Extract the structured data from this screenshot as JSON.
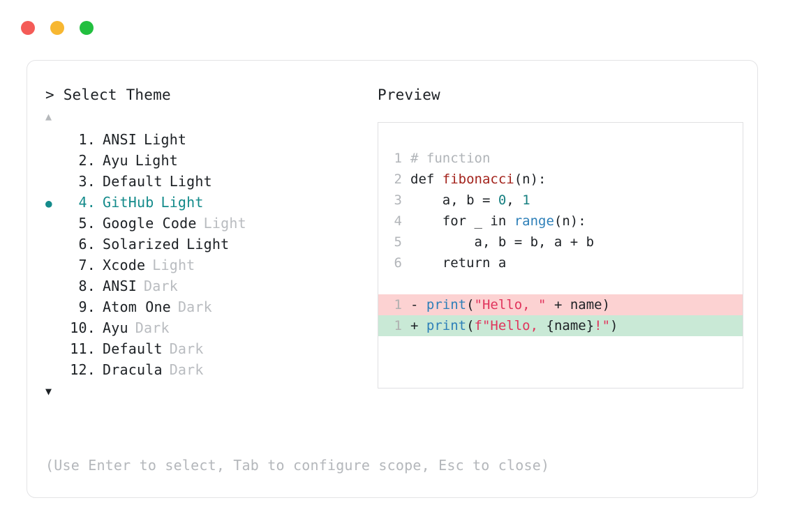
{
  "window": {
    "dots": [
      {
        "name": "close-dot",
        "color": "#f45b57"
      },
      {
        "name": "minimize-dot",
        "color": "#f7b731"
      },
      {
        "name": "maximize-dot",
        "color": "#22bf3f"
      }
    ]
  },
  "left": {
    "prompt": ">",
    "title": "Select Theme",
    "scroll_up": "▲",
    "scroll_down": "▼",
    "selected_index": 4,
    "bullet": "●",
    "items": [
      {
        "num": "1.",
        "name": "ANSI",
        "suffix": "Light",
        "suffix_dim": false,
        "selected": false
      },
      {
        "num": "2.",
        "name": "Ayu",
        "suffix": "Light",
        "suffix_dim": false,
        "selected": false
      },
      {
        "num": "3.",
        "name": "Default",
        "suffix": "Light",
        "suffix_dim": false,
        "selected": false
      },
      {
        "num": "4.",
        "name": "GitHub",
        "suffix": "Light",
        "suffix_dim": false,
        "selected": true
      },
      {
        "num": "5.",
        "name": "Google Code",
        "suffix": "Light",
        "suffix_dim": true,
        "selected": false
      },
      {
        "num": "6.",
        "name": "Solarized",
        "suffix": "Light",
        "suffix_dim": false,
        "selected": false
      },
      {
        "num": "7.",
        "name": "Xcode",
        "suffix": "Light",
        "suffix_dim": true,
        "selected": false
      },
      {
        "num": "8.",
        "name": "ANSI",
        "suffix": "Dark",
        "suffix_dim": true,
        "selected": false
      },
      {
        "num": "9.",
        "name": "Atom One",
        "suffix": "Dark",
        "suffix_dim": true,
        "selected": false
      },
      {
        "num": "10.",
        "name": "Ayu",
        "suffix": "Dark",
        "suffix_dim": true,
        "selected": false
      },
      {
        "num": "11.",
        "name": "Default",
        "suffix": "Dark",
        "suffix_dim": true,
        "selected": false
      },
      {
        "num": "12.",
        "name": "Dracula",
        "suffix": "Dark",
        "suffix_dim": true,
        "selected": false
      }
    ],
    "hint": "(Use Enter to select, Tab to configure scope, Esc to close)"
  },
  "right": {
    "title": "Preview",
    "code_lines": [
      {
        "ln": "1",
        "tokens": [
          {
            "t": "# function",
            "c": "tok-comment"
          }
        ]
      },
      {
        "ln": "2",
        "tokens": [
          {
            "t": "def ",
            "c": "tok-kw"
          },
          {
            "t": "fibonacci",
            "c": "tok-fn"
          },
          {
            "t": "(n):",
            "c": "tok-plain"
          }
        ]
      },
      {
        "ln": "3",
        "tokens": [
          {
            "t": "    a, b = ",
            "c": "tok-plain"
          },
          {
            "t": "0",
            "c": "tok-num"
          },
          {
            "t": ", ",
            "c": "tok-plain"
          },
          {
            "t": "1",
            "c": "tok-num"
          }
        ]
      },
      {
        "ln": "4",
        "tokens": [
          {
            "t": "    for _ in ",
            "c": "tok-plain"
          },
          {
            "t": "range",
            "c": "tok-builtin"
          },
          {
            "t": "(n):",
            "c": "tok-plain"
          }
        ]
      },
      {
        "ln": "5",
        "tokens": [
          {
            "t": "        a, b = b, a + b",
            "c": "tok-plain"
          }
        ]
      },
      {
        "ln": "6",
        "tokens": [
          {
            "t": "    return a",
            "c": "tok-plain"
          }
        ]
      }
    ],
    "diff_lines": [
      {
        "ln": "1",
        "kind": "diff-del",
        "sign": "-",
        "tokens": [
          {
            "t": "print",
            "c": "tok-builtin"
          },
          {
            "t": "(",
            "c": "tok-plain"
          },
          {
            "t": "\"Hello, \"",
            "c": "tok-str"
          },
          {
            "t": " + name)",
            "c": "tok-plain"
          }
        ]
      },
      {
        "ln": "1",
        "kind": "diff-add",
        "sign": "+",
        "tokens": [
          {
            "t": "print",
            "c": "tok-builtin"
          },
          {
            "t": "(",
            "c": "tok-plain"
          },
          {
            "t": "f\"Hello, ",
            "c": "tok-str"
          },
          {
            "t": "{name}",
            "c": "tok-plain"
          },
          {
            "t": "!\"",
            "c": "tok-str"
          },
          {
            "t": ")",
            "c": "tok-plain"
          }
        ]
      }
    ]
  }
}
